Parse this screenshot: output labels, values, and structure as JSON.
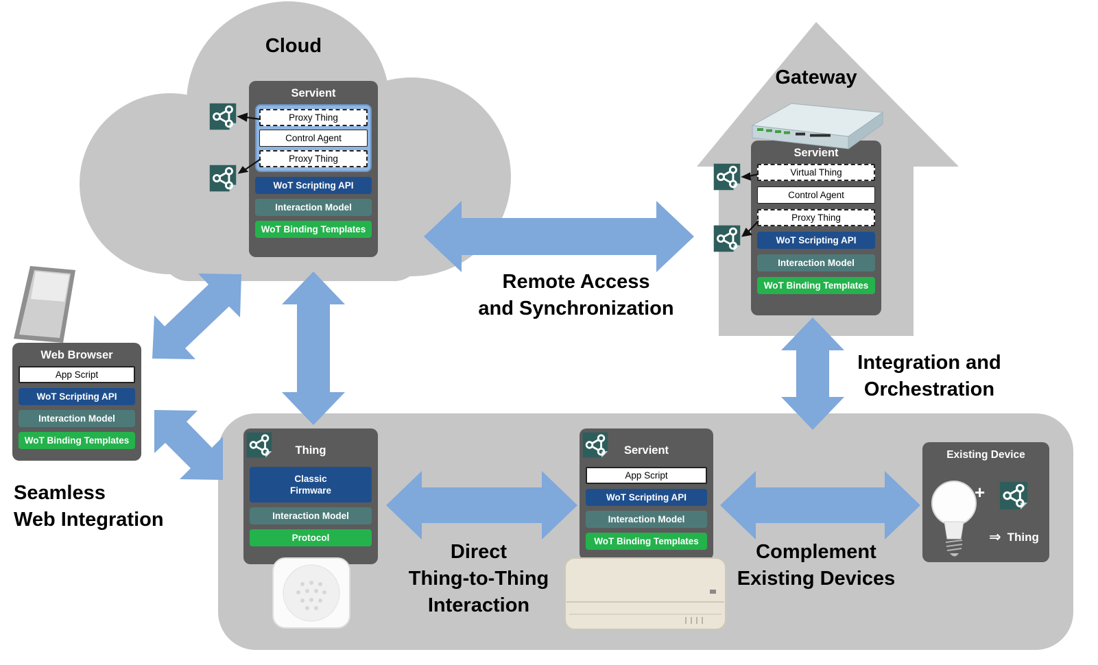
{
  "colors": {
    "shape_gray": "#C6C6C6",
    "box_gray": "#5B5B5B",
    "api_blue": "#1F4E8C",
    "model_teal": "#4D7A79",
    "templates_green": "#24B24C",
    "arrow_blue": "#7FA8DB",
    "td_icon_teal": "#2E5E5C",
    "panel_blue": "#8FB5E1"
  },
  "icons": {
    "thing_description": "share-nodes-icon"
  },
  "cloud": {
    "label": "Cloud",
    "servient": {
      "title": "Servient",
      "proxy_thing_top": "Proxy Thing",
      "control_agent": "Control Agent",
      "proxy_thing_bottom": "Proxy Thing",
      "wot_scripting_api": "WoT Scripting API",
      "interaction_model": "Interaction Model",
      "wot_binding_templates": "WoT Binding Templates"
    }
  },
  "gateway": {
    "label": "Gateway",
    "servient": {
      "title": "Servient",
      "virtual_thing": "Virtual Thing",
      "control_agent": "Control Agent",
      "proxy_thing": "Proxy Thing",
      "wot_scripting_api": "WoT Scripting API",
      "interaction_model": "Interaction Model",
      "wot_binding_templates": "WoT Binding Templates"
    }
  },
  "web_browser": {
    "title": "Web Browser",
    "app_script": "App Script",
    "wot_scripting_api": "WoT Scripting API",
    "interaction_model": "Interaction Model",
    "wot_binding_templates": "WoT Binding Templates"
  },
  "thing": {
    "title": "Thing",
    "classic_firmware": "Classic\nFirmware",
    "interaction_model": "Interaction Model",
    "protocol": "Protocol"
  },
  "bottom_servient": {
    "title": "Servient",
    "app_script": "App Script",
    "wot_scripting_api": "WoT Scripting API",
    "interaction_model": "Interaction Model",
    "wot_binding_templates": "WoT Binding Templates"
  },
  "existing_device": {
    "title": "Existing Device",
    "plus_sign": "+",
    "implies_arrow": "⇒",
    "thing_label": "Thing"
  },
  "captions": {
    "remote_access": "Remote Access\nand Synchronization",
    "integration_orchestration": "Integration and\nOrchestration",
    "seamless_web_integration": "Seamless\nWeb Integration",
    "direct_interaction": "Direct\nThing-to-Thing\nInteraction",
    "complement_devices": "Complement\nExisting Devices"
  }
}
